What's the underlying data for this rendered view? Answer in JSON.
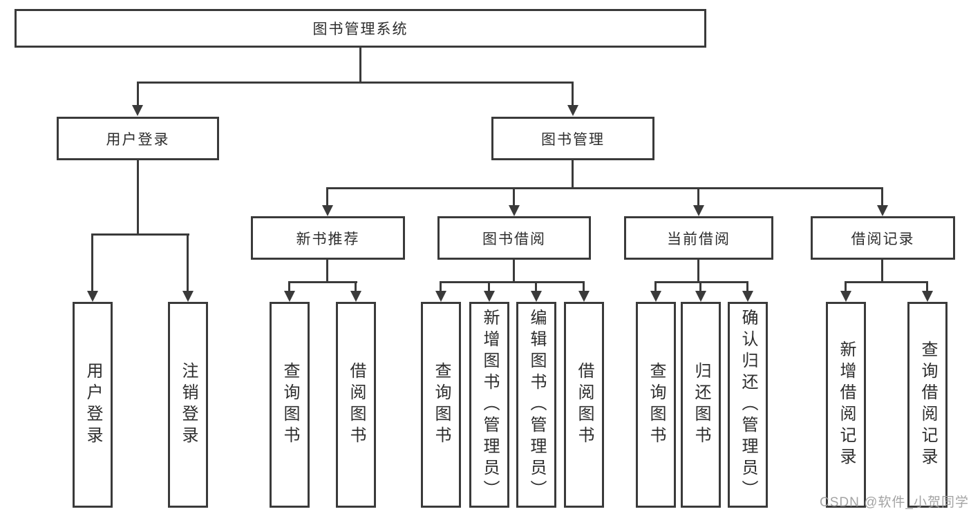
{
  "tree": {
    "label": "图书管理系统",
    "children": [
      {
        "label": "用户登录",
        "children": [
          {
            "label": "用户登录"
          },
          {
            "label": "注销登录"
          }
        ]
      },
      {
        "label": "图书管理",
        "children": [
          {
            "label": "新书推荐",
            "children": [
              {
                "label": "查询图书"
              },
              {
                "label": "借阅图书"
              }
            ]
          },
          {
            "label": "图书借阅",
            "children": [
              {
                "label": "查询图书"
              },
              {
                "label": "新增图书（管理员）"
              },
              {
                "label": "编辑图书（管理员）"
              },
              {
                "label": "借阅图书"
              }
            ]
          },
          {
            "label": "当前借阅",
            "children": [
              {
                "label": "查询图书"
              },
              {
                "label": "归还图书"
              },
              {
                "label": "确认归还（管理员）"
              }
            ]
          },
          {
            "label": "借阅记录",
            "children": [
              {
                "label": "新增借阅记录"
              },
              {
                "label": "查询借阅记录"
              }
            ]
          }
        ]
      }
    ]
  },
  "colors": {
    "line": "#3a3a3a",
    "text": "#2d2d2d",
    "background": "#ffffff",
    "watermark": "#9e9e9e"
  },
  "watermark": {
    "text": "CSDN @软件_小贺同学"
  }
}
